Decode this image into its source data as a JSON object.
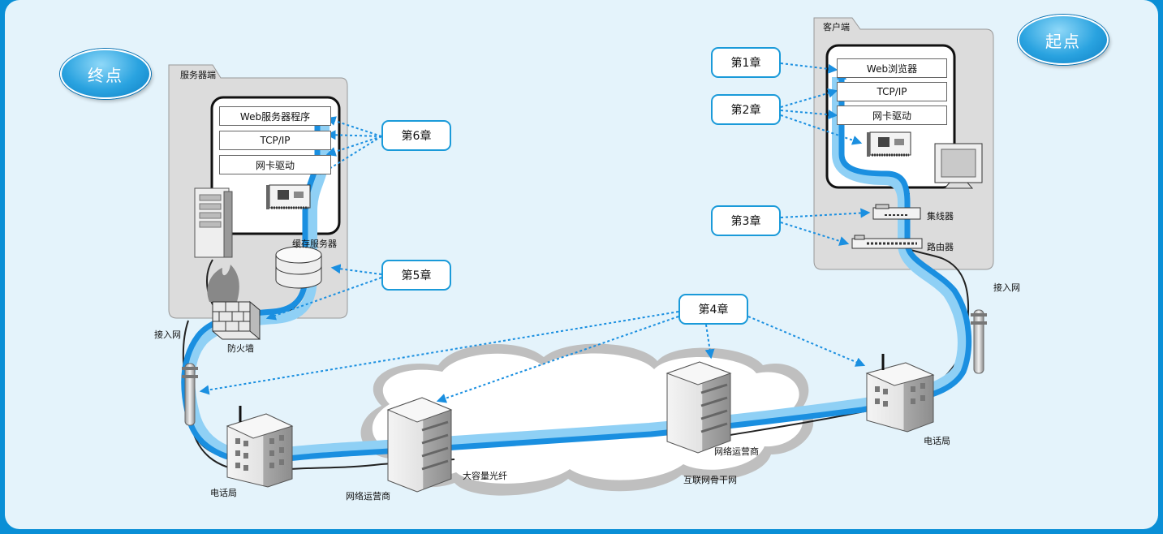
{
  "endpoints": {
    "end": "终点",
    "start": "起点"
  },
  "server": {
    "title": "服务器端",
    "layers": [
      "Web服务器程序",
      "TCP/IP",
      "网卡驱动"
    ],
    "cache": "缓存服务器",
    "firewall": "防火墙",
    "access": "接入网",
    "telecom": "电话局"
  },
  "client": {
    "title": "客户端",
    "layers": [
      "Web浏览器",
      "TCP/IP",
      "网卡驱动"
    ],
    "hub": "集线器",
    "router": "路由器",
    "access": "接入网",
    "telecom": "电话局"
  },
  "chapters": [
    "第1章",
    "第2章",
    "第3章",
    "第4章",
    "第5章",
    "第6章"
  ],
  "network": {
    "isp_left": "网络运营商",
    "isp_right": "网络运营商",
    "fiber": "大容量光纤",
    "backbone": "互联网骨干网"
  },
  "colors": {
    "background": "#0a8fd6",
    "inner": "#e4f3fb",
    "path_dark": "#1a8fe0",
    "path_light": "#8fd0f5"
  }
}
